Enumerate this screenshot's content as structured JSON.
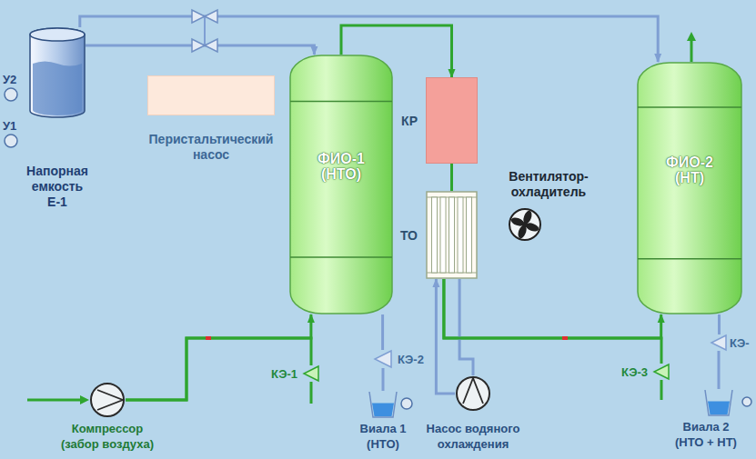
{
  "diagram": {
    "nodes": [
      {
        "text": [
          "Напорная емкость Е-1"
        ]
      },
      {
        "text": [
          "Перистальтический насос"
        ]
      },
      {
        "text": [
          "ФИО-1 (НТО)"
        ]
      },
      {
        "text": [
          "КР"
        ]
      },
      {
        "text": [
          "ТО"
        ]
      },
      {
        "text": [
          "Вентилятор-охладитель"
        ]
      },
      {
        "text": [
          "ФИО-2 (НТ)"
        ]
      },
      {
        "text": [
          "Компрессор (забор воздуха)"
        ]
      },
      {
        "text": [
          "КЭ-1"
        ]
      },
      {
        "text": [
          "КЭ-2"
        ]
      },
      {
        "text": [
          "Виала 1 (НТО)"
        ]
      },
      {
        "text": [
          "Насос водяного охлаждения"
        ]
      },
      {
        "text": [
          "КЭ-3"
        ]
      },
      {
        "text": [
          "КЭ-"
        ]
      },
      {
        "text": [
          "Виала 2 (НТО + НТ)"
        ]
      }
    ],
    "edges": [
      {
        "from": 7,
        "to": 2,
        "arrow": "to"
      },
      {
        "from": 2,
        "to": 3,
        "arrow": "to"
      },
      {
        "from": 3,
        "to": 4,
        "arrow": "none"
      },
      {
        "from": 4,
        "to": 6,
        "arrow": "to"
      },
      {
        "from": 0,
        "to": 2,
        "arrow": "to"
      },
      {
        "from": 0,
        "to": 6,
        "arrow": "to"
      },
      {
        "from": 2,
        "to": 9,
        "arrow": "none"
      },
      {
        "from": 9,
        "to": 10,
        "arrow": "none"
      },
      {
        "from": 11,
        "to": 4,
        "arrow": "to"
      },
      {
        "from": 4,
        "to": 11,
        "arrow": "none"
      },
      {
        "from": 6,
        "to": 13,
        "arrow": "none"
      },
      {
        "from": 13,
        "to": 14,
        "arrow": "none"
      },
      {
        "from": 7,
        "to": 8,
        "arrow": "none"
      },
      {
        "from": 4,
        "to": 12,
        "arrow": "none"
      }
    ],
    "labels": [
      "У2",
      "У1"
    ]
  }
}
